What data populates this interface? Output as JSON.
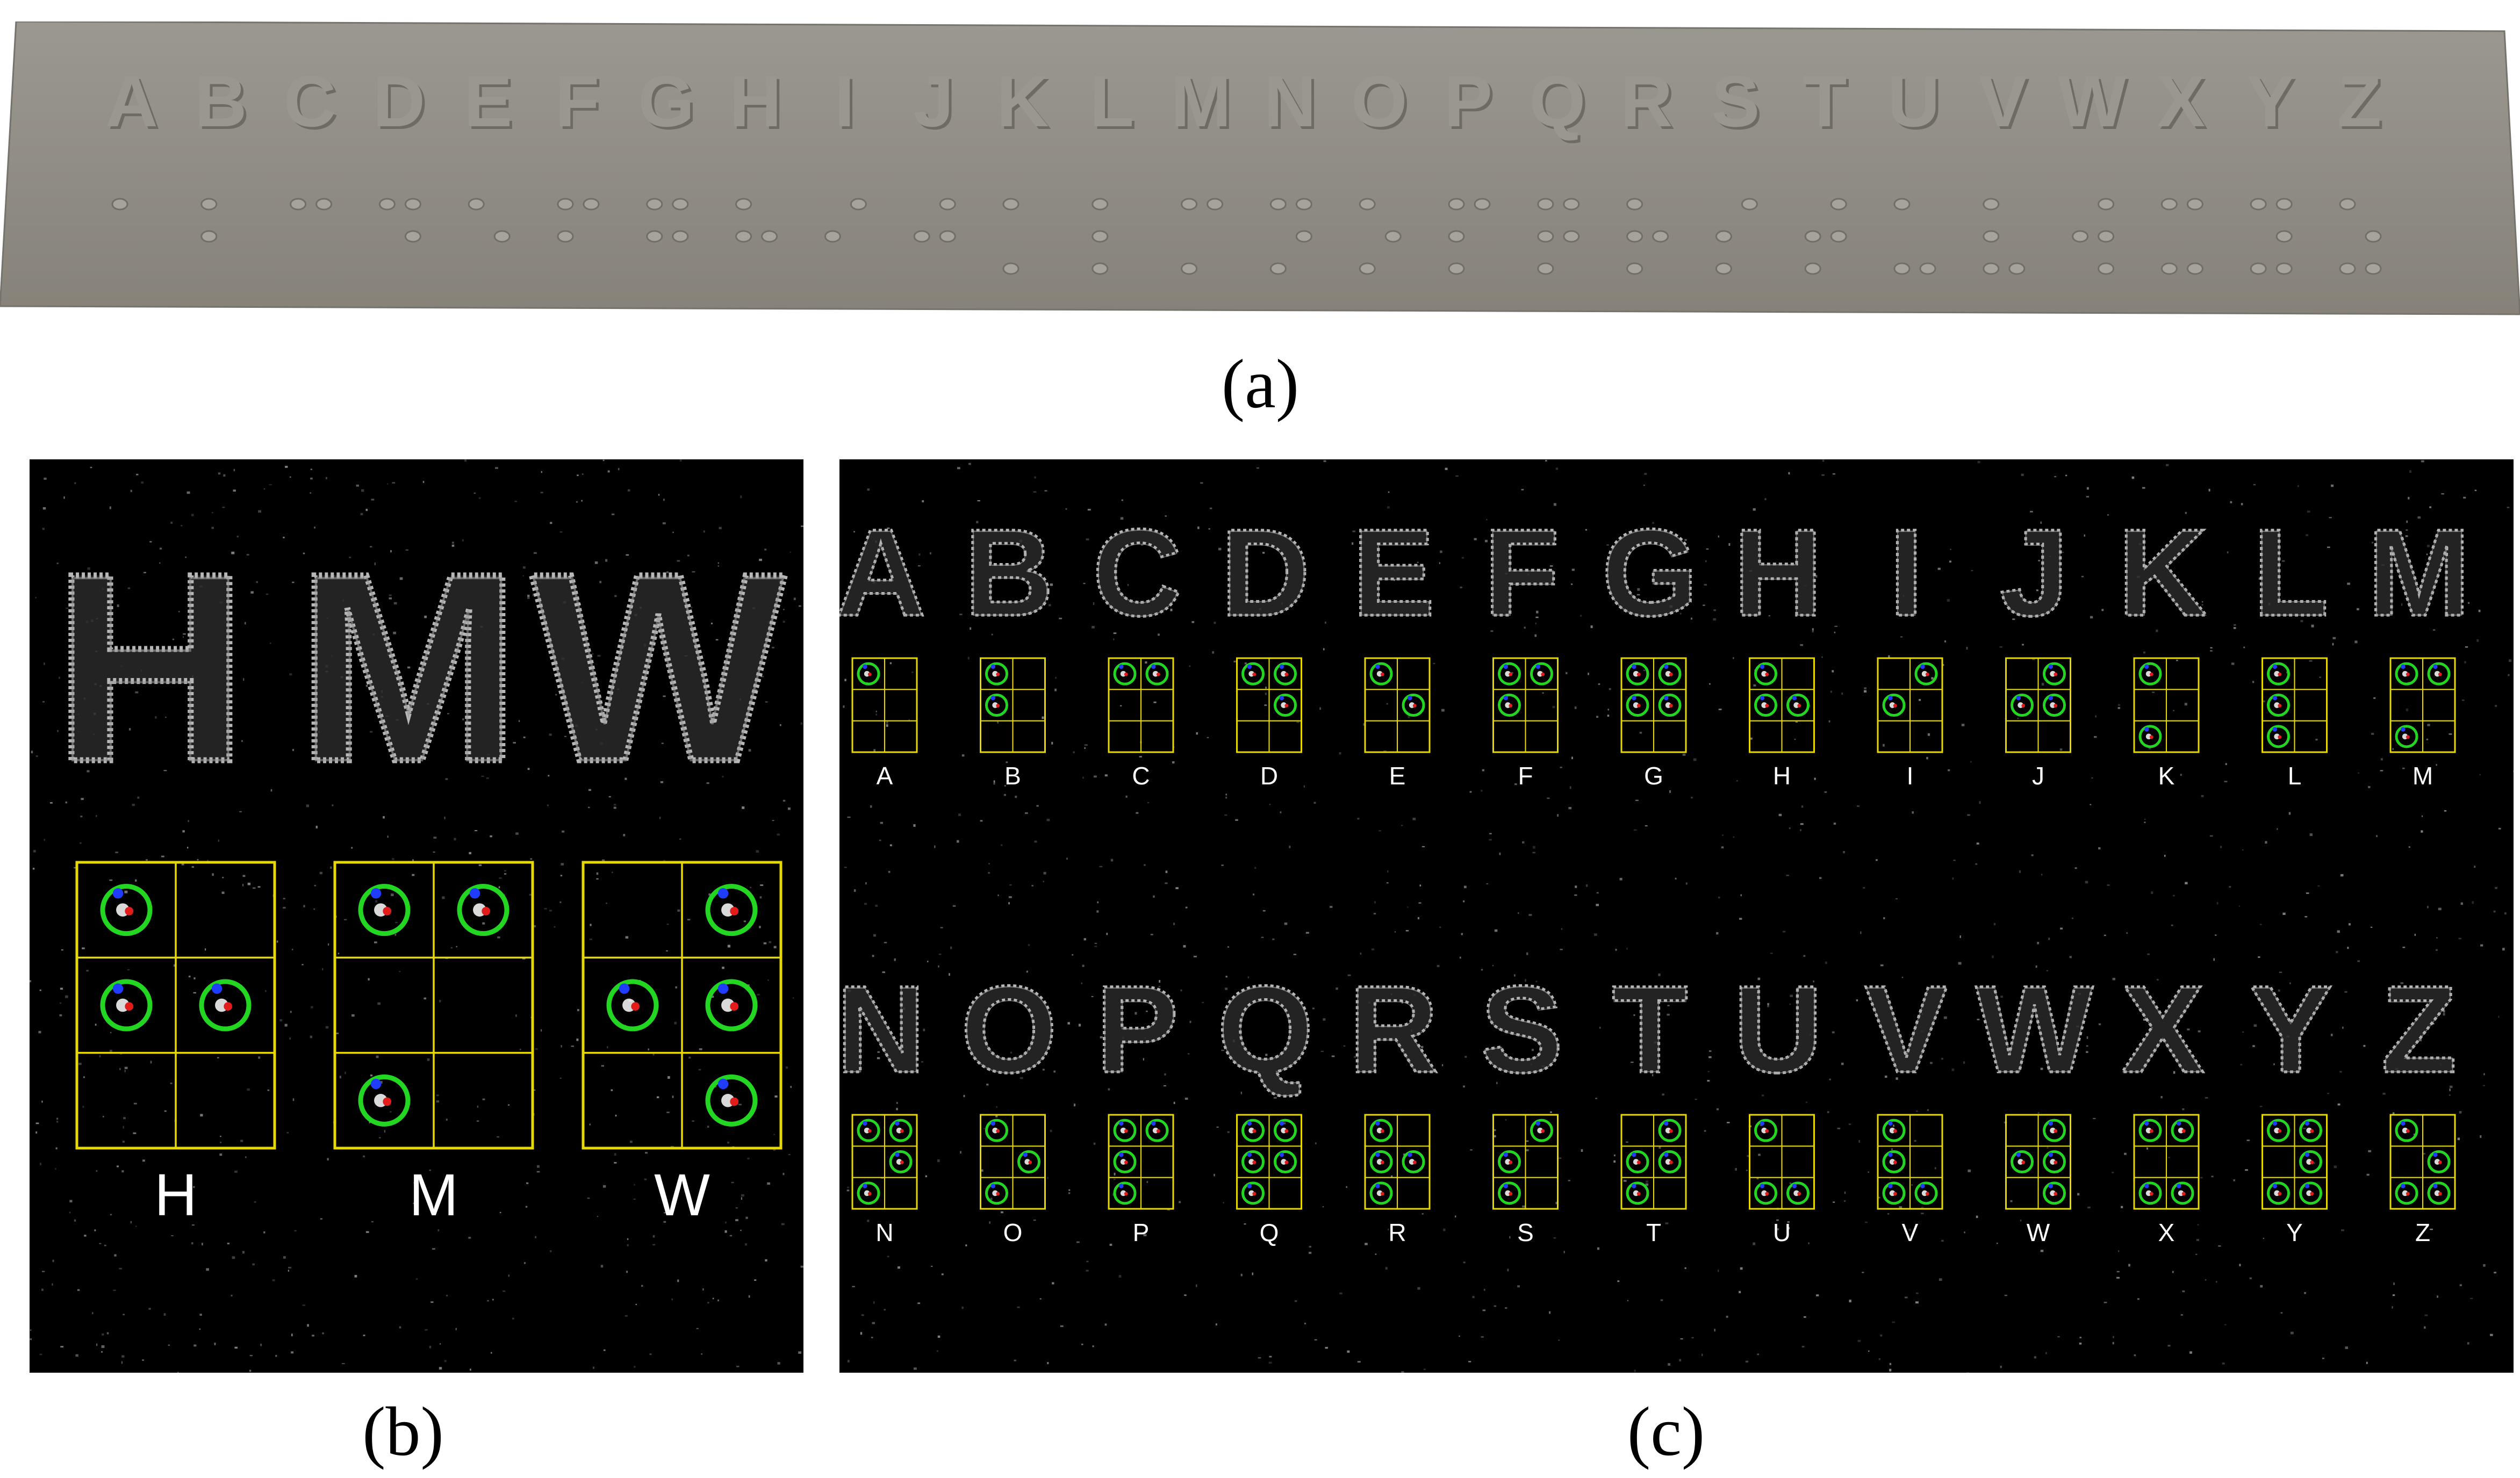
{
  "captions": {
    "a": "(a)",
    "b": "(b)",
    "c": "(c)"
  },
  "alphabet": [
    "A",
    "B",
    "C",
    "D",
    "E",
    "F",
    "G",
    "H",
    "I",
    "J",
    "K",
    "L",
    "M",
    "N",
    "O",
    "P",
    "Q",
    "R",
    "S",
    "T",
    "U",
    "V",
    "W",
    "X",
    "Y",
    "Z"
  ],
  "braille": {
    "A": [
      1
    ],
    "B": [
      1,
      2
    ],
    "C": [
      1,
      4
    ],
    "D": [
      1,
      4,
      5
    ],
    "E": [
      1,
      5
    ],
    "F": [
      1,
      2,
      4
    ],
    "G": [
      1,
      2,
      4,
      5
    ],
    "H": [
      1,
      2,
      5
    ],
    "I": [
      2,
      4
    ],
    "J": [
      2,
      4,
      5
    ],
    "K": [
      1,
      3
    ],
    "L": [
      1,
      2,
      3
    ],
    "M": [
      1,
      3,
      4
    ],
    "N": [
      1,
      3,
      4,
      5
    ],
    "O": [
      1,
      3,
      5
    ],
    "P": [
      1,
      2,
      3,
      4
    ],
    "Q": [
      1,
      2,
      3,
      4,
      5
    ],
    "R": [
      1,
      2,
      3,
      5
    ],
    "S": [
      2,
      3,
      4
    ],
    "T": [
      2,
      3,
      4,
      5
    ],
    "U": [
      1,
      3,
      6
    ],
    "V": [
      1,
      2,
      3,
      6
    ],
    "W": [
      2,
      4,
      5,
      6
    ],
    "X": [
      1,
      3,
      4,
      6
    ],
    "Y": [
      1,
      3,
      4,
      5,
      6
    ],
    "Z": [
      1,
      3,
      5,
      6
    ]
  },
  "panel_b": {
    "letters": [
      "H",
      "M",
      "W"
    ]
  },
  "panel_c": {
    "row1": [
      "A",
      "B",
      "C",
      "D",
      "E",
      "F",
      "G",
      "H",
      "I",
      "J",
      "K",
      "L",
      "M"
    ],
    "row2": [
      "N",
      "O",
      "P",
      "Q",
      "R",
      "S",
      "T",
      "U",
      "V",
      "W",
      "X",
      "Y",
      "Z"
    ]
  },
  "colors": {
    "plate": "#8f8c85",
    "grid": "#e6d800",
    "circle": "#22d622",
    "center": "#e21b1b",
    "marker": "#1f3cff"
  }
}
